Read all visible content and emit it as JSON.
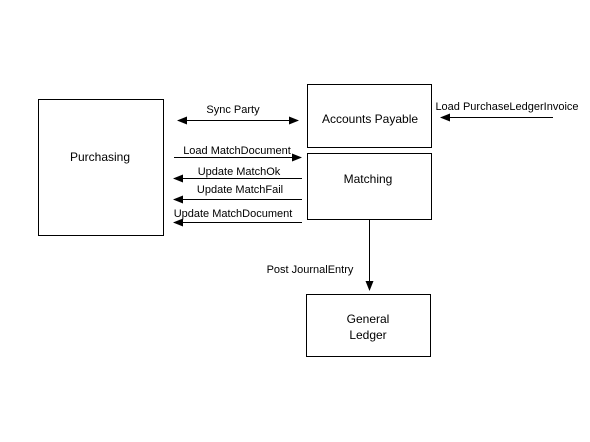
{
  "diagram": {
    "nodes": {
      "purchasing": {
        "label": "Purchasing"
      },
      "accounts_payable": {
        "label": "Accounts Payable"
      },
      "matching": {
        "label": "Matching"
      },
      "general_ledger": {
        "label_line1": "General",
        "label_line2": "Ledger"
      }
    },
    "edges": {
      "sync_party": {
        "label": "Sync Party"
      },
      "load_purchase_ledger_invoice": {
        "label": "Load PurchaseLedgerInvoice"
      },
      "load_match_document": {
        "label": "Load MatchDocument"
      },
      "update_match_ok": {
        "label": "Update MatchOk"
      },
      "update_match_fail": {
        "label": "Update MatchFail"
      },
      "update_match_document": {
        "label": "Update MatchDocument"
      },
      "post_journal_entry": {
        "label": "Post JournalEntry"
      }
    },
    "colors": {
      "line": "#000000",
      "background": "#ffffff"
    }
  }
}
